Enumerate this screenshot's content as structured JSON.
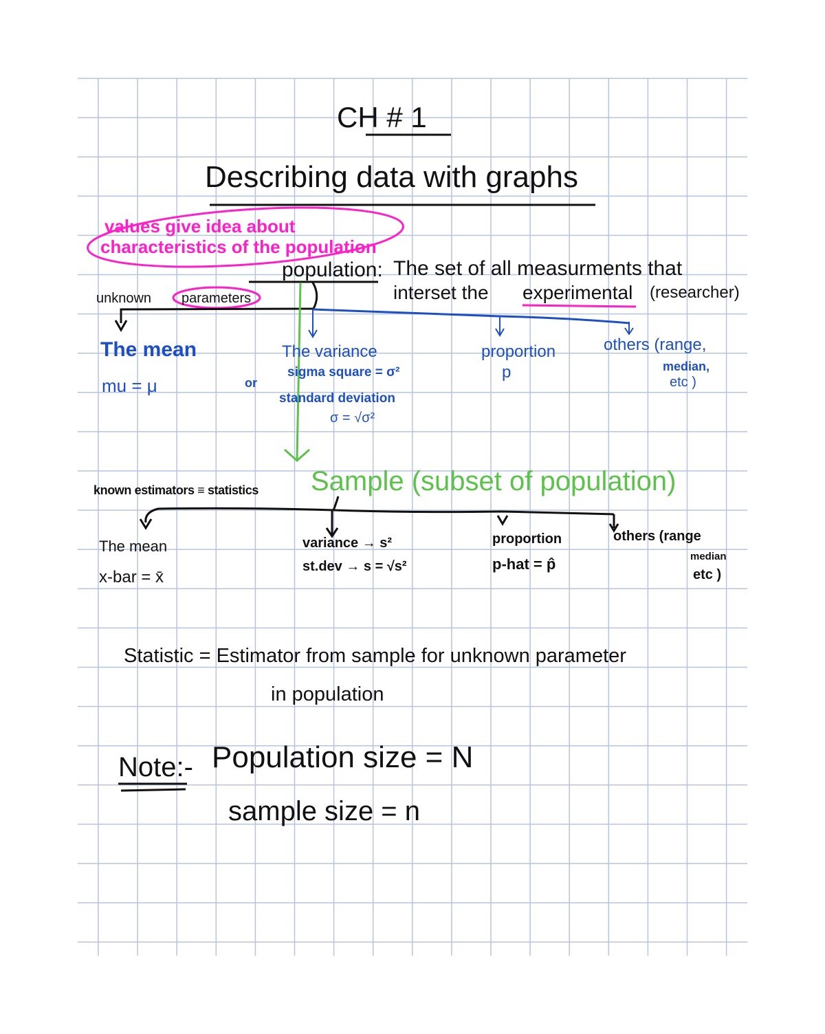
{
  "heading": "CH # 1",
  "title": "Describing data with graphs",
  "annotation": {
    "line1": "values give idea about",
    "line2": "characteristics of the population"
  },
  "population": {
    "term": "population:",
    "definition_line1": "The set of all measurments that",
    "definition_line2_a": "interset the",
    "definition_line2_b": "experimental",
    "definition_line2_c": "(researcher)",
    "unknown_label": "unknown",
    "parameters_label": "parameters",
    "branches": [
      {
        "title": "The mean",
        "detail": "mu = μ"
      },
      {
        "title": "The variance",
        "detail": "sigma square = σ²",
        "or": "or",
        "detail2": "standard deviation",
        "detail3": "σ = √σ²"
      },
      {
        "title": "proportion",
        "detail": "p"
      },
      {
        "title": "others (range,",
        "detail": "median,",
        "detail2": "etc )"
      }
    ]
  },
  "sample": {
    "title": "Sample (subset of population)",
    "known_label": "known estimators ≡ statistics",
    "branches": [
      {
        "title": "The mean",
        "detail": "x-bar = x̄"
      },
      {
        "title": "variance → s²",
        "detail": "st.dev → s = √s²"
      },
      {
        "title": "proportion",
        "detail": "p-hat = p̂"
      },
      {
        "title": "others (range",
        "detail": "median",
        "detail2": "etc )"
      }
    ]
  },
  "statistic": {
    "line1": "Statistic = Estimator from sample for unknown parameter",
    "line2": "in population"
  },
  "note": {
    "label": "Note:-",
    "line1": "Population size = N",
    "line2": "sample size = n"
  },
  "colors": {
    "grid": "#b6c4e0",
    "ink": "#111111",
    "blue": "#1d4fc4",
    "magenta": "#ff1fc8",
    "green": "#5cc24a"
  }
}
